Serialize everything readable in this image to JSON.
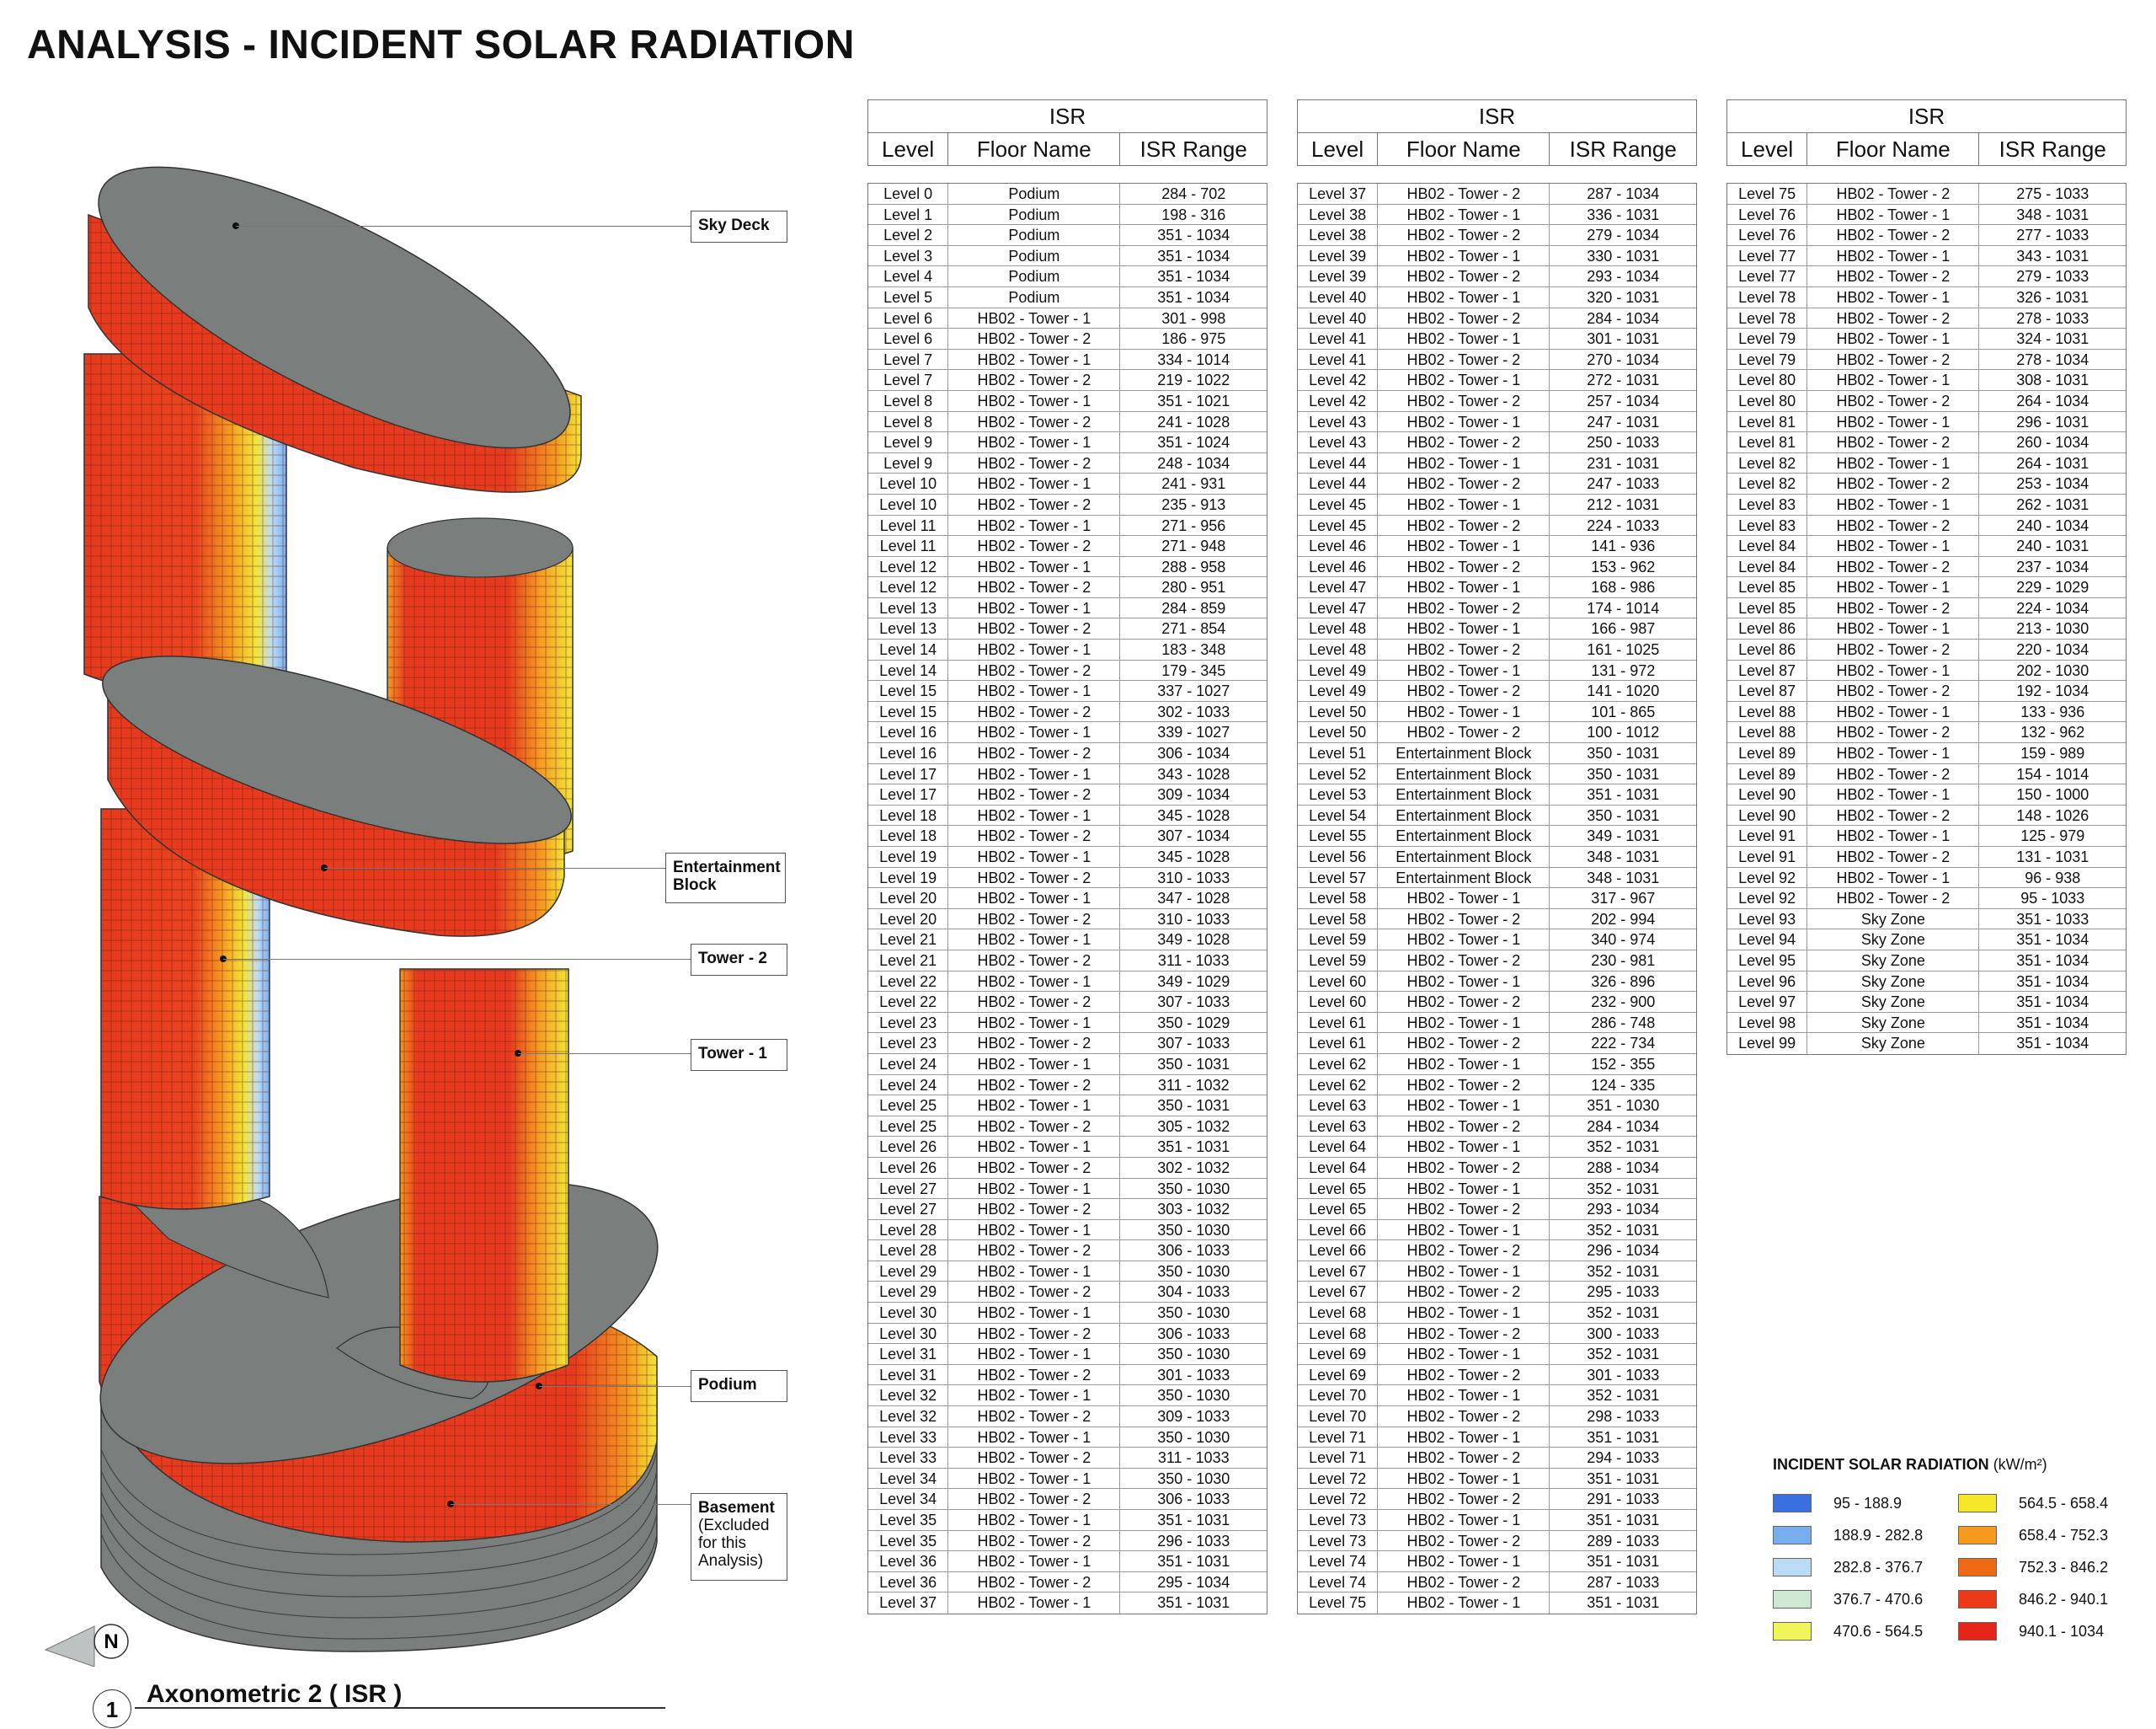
{
  "title": "ANALYSIS - INCIDENT SOLAR RADIATION",
  "callouts": {
    "sky_deck": "Sky Deck",
    "entertainment_block_1": "Entertainment",
    "entertainment_block_2": "Block",
    "tower2": "Tower - 2",
    "tower1": "Tower - 1",
    "podium": "Podium",
    "basement": "Basement",
    "basement_note_1": "(Excluded",
    "basement_note_2": "for this",
    "basement_note_3": "Analysis)"
  },
  "north_label": "N",
  "view": {
    "number": "1",
    "title": "Axonometric 2 ( ISR )"
  },
  "table_header": {
    "group": "ISR",
    "level": "Level",
    "floor": "Floor Name",
    "range": "ISR Range"
  },
  "tables": [
    [
      [
        "Level 0",
        "Podium",
        "284 - 702"
      ],
      [
        "Level 1",
        "Podium",
        "198 - 316"
      ],
      [
        "Level 2",
        "Podium",
        "351 - 1034"
      ],
      [
        "Level 3",
        "Podium",
        "351 - 1034"
      ],
      [
        "Level 4",
        "Podium",
        "351 - 1034"
      ],
      [
        "Level 5",
        "Podium",
        "351 - 1034"
      ],
      [
        "Level 6",
        "HB02 - Tower - 1",
        "301 - 998"
      ],
      [
        "Level 6",
        "HB02 - Tower - 2",
        "186 - 975"
      ],
      [
        "Level 7",
        "HB02 - Tower - 1",
        "334 - 1014"
      ],
      [
        "Level 7",
        "HB02 - Tower - 2",
        "219 - 1022"
      ],
      [
        "Level 8",
        "HB02 - Tower - 1",
        "351 - 1021"
      ],
      [
        "Level 8",
        "HB02 - Tower - 2",
        "241 - 1028"
      ],
      [
        "Level 9",
        "HB02 - Tower - 1",
        "351 - 1024"
      ],
      [
        "Level 9",
        "HB02 - Tower - 2",
        "248 - 1034"
      ],
      [
        "Level 10",
        "HB02 - Tower - 1",
        "241 - 931"
      ],
      [
        "Level 10",
        "HB02 - Tower - 2",
        "235 - 913"
      ],
      [
        "Level 11",
        "HB02 - Tower - 1",
        "271 - 956"
      ],
      [
        "Level 11",
        "HB02 - Tower - 2",
        "271 - 948"
      ],
      [
        "Level 12",
        "HB02 - Tower - 1",
        "288 - 958"
      ],
      [
        "Level 12",
        "HB02 - Tower - 2",
        "280 - 951"
      ],
      [
        "Level 13",
        "HB02 - Tower - 1",
        "284 - 859"
      ],
      [
        "Level 13",
        "HB02 - Tower - 2",
        "271 - 854"
      ],
      [
        "Level 14",
        "HB02 - Tower - 1",
        "183 - 348"
      ],
      [
        "Level 14",
        "HB02 - Tower - 2",
        "179 - 345"
      ],
      [
        "Level 15",
        "HB02 - Tower - 1",
        "337 - 1027"
      ],
      [
        "Level 15",
        "HB02 - Tower - 2",
        "302 - 1033"
      ],
      [
        "Level 16",
        "HB02 - Tower - 1",
        "339 - 1027"
      ],
      [
        "Level 16",
        "HB02 - Tower - 2",
        "306 - 1034"
      ],
      [
        "Level 17",
        "HB02 - Tower - 1",
        "343 - 1028"
      ],
      [
        "Level 17",
        "HB02 - Tower - 2",
        "309 - 1034"
      ],
      [
        "Level 18",
        "HB02 - Tower - 1",
        "345 - 1028"
      ],
      [
        "Level 18",
        "HB02 - Tower - 2",
        "307 - 1034"
      ],
      [
        "Level 19",
        "HB02 - Tower - 1",
        "345 - 1028"
      ],
      [
        "Level 19",
        "HB02 - Tower - 2",
        "310 - 1033"
      ],
      [
        "Level 20",
        "HB02 - Tower - 1",
        "347 - 1028"
      ],
      [
        "Level 20",
        "HB02 - Tower - 2",
        "310 - 1033"
      ],
      [
        "Level 21",
        "HB02 - Tower - 1",
        "349 - 1028"
      ],
      [
        "Level 21",
        "HB02 - Tower - 2",
        "311 - 1033"
      ],
      [
        "Level 22",
        "HB02 - Tower - 1",
        "349 - 1029"
      ],
      [
        "Level 22",
        "HB02 - Tower - 2",
        "307 - 1033"
      ],
      [
        "Level 23",
        "HB02 - Tower - 1",
        "350 - 1029"
      ],
      [
        "Level 23",
        "HB02 - Tower - 2",
        "307 - 1033"
      ],
      [
        "Level 24",
        "HB02 - Tower - 1",
        "350 - 1031"
      ],
      [
        "Level 24",
        "HB02 - Tower - 2",
        "311 - 1032"
      ],
      [
        "Level 25",
        "HB02 - Tower - 1",
        "350 - 1031"
      ],
      [
        "Level 25",
        "HB02 - Tower - 2",
        "305 - 1032"
      ],
      [
        "Level 26",
        "HB02 - Tower - 1",
        "351 - 1031"
      ],
      [
        "Level 26",
        "HB02 - Tower - 2",
        "302 - 1032"
      ],
      [
        "Level 27",
        "HB02 - Tower - 1",
        "350 - 1030"
      ],
      [
        "Level 27",
        "HB02 - Tower - 2",
        "303 - 1032"
      ],
      [
        "Level 28",
        "HB02 - Tower - 1",
        "350 - 1030"
      ],
      [
        "Level 28",
        "HB02 - Tower - 2",
        "306 - 1033"
      ],
      [
        "Level 29",
        "HB02 - Tower - 1",
        "350 - 1030"
      ],
      [
        "Level 29",
        "HB02 - Tower - 2",
        "304 - 1033"
      ],
      [
        "Level 30",
        "HB02 - Tower - 1",
        "350 - 1030"
      ],
      [
        "Level 30",
        "HB02 - Tower - 2",
        "306 - 1033"
      ],
      [
        "Level 31",
        "HB02 - Tower - 1",
        "350 - 1030"
      ],
      [
        "Level 31",
        "HB02 - Tower - 2",
        "301 - 1033"
      ],
      [
        "Level 32",
        "HB02 - Tower - 1",
        "350 - 1030"
      ],
      [
        "Level 32",
        "HB02 - Tower - 2",
        "309 - 1033"
      ],
      [
        "Level 33",
        "HB02 - Tower - 1",
        "350 - 1030"
      ],
      [
        "Level 33",
        "HB02 - Tower - 2",
        "311 - 1033"
      ],
      [
        "Level 34",
        "HB02 - Tower - 1",
        "350 - 1030"
      ],
      [
        "Level 34",
        "HB02 - Tower - 2",
        "306 - 1033"
      ],
      [
        "Level 35",
        "HB02 - Tower - 1",
        "351 - 1031"
      ],
      [
        "Level 35",
        "HB02 - Tower - 2",
        "296 - 1033"
      ],
      [
        "Level 36",
        "HB02 - Tower - 1",
        "351 - 1031"
      ],
      [
        "Level 36",
        "HB02 - Tower - 2",
        "295 - 1034"
      ],
      [
        "Level 37",
        "HB02 - Tower - 1",
        "351 - 1031"
      ]
    ],
    [
      [
        "Level 37",
        "HB02 - Tower - 2",
        "287 - 1034"
      ],
      [
        "Level 38",
        "HB02 - Tower - 1",
        "336 - 1031"
      ],
      [
        "Level 38",
        "HB02 - Tower - 2",
        "279 - 1034"
      ],
      [
        "Level 39",
        "HB02 - Tower - 1",
        "330 - 1031"
      ],
      [
        "Level 39",
        "HB02 - Tower - 2",
        "293 - 1034"
      ],
      [
        "Level 40",
        "HB02 - Tower - 1",
        "320 - 1031"
      ],
      [
        "Level 40",
        "HB02 - Tower - 2",
        "284 - 1034"
      ],
      [
        "Level 41",
        "HB02 - Tower - 1",
        "301 - 1031"
      ],
      [
        "Level 41",
        "HB02 - Tower - 2",
        "270 - 1034"
      ],
      [
        "Level 42",
        "HB02 - Tower - 1",
        "272 - 1031"
      ],
      [
        "Level 42",
        "HB02 - Tower - 2",
        "257 - 1034"
      ],
      [
        "Level 43",
        "HB02 - Tower - 1",
        "247 - 1031"
      ],
      [
        "Level 43",
        "HB02 - Tower - 2",
        "250 - 1033"
      ],
      [
        "Level 44",
        "HB02 - Tower - 1",
        "231 - 1031"
      ],
      [
        "Level 44",
        "HB02 - Tower - 2",
        "247 - 1033"
      ],
      [
        "Level 45",
        "HB02 - Tower - 1",
        "212 - 1031"
      ],
      [
        "Level 45",
        "HB02 - Tower - 2",
        "224 - 1033"
      ],
      [
        "Level 46",
        "HB02 - Tower - 1",
        "141 - 936"
      ],
      [
        "Level 46",
        "HB02 - Tower - 2",
        "153 - 962"
      ],
      [
        "Level 47",
        "HB02 - Tower - 1",
        "168 - 986"
      ],
      [
        "Level 47",
        "HB02 - Tower - 2",
        "174 - 1014"
      ],
      [
        "Level 48",
        "HB02 - Tower - 1",
        "166 - 987"
      ],
      [
        "Level 48",
        "HB02 - Tower - 2",
        "161 - 1025"
      ],
      [
        "Level 49",
        "HB02 - Tower - 1",
        "131 - 972"
      ],
      [
        "Level 49",
        "HB02 - Tower - 2",
        "141 - 1020"
      ],
      [
        "Level 50",
        "HB02 - Tower - 1",
        "101 - 865"
      ],
      [
        "Level 50",
        "HB02 - Tower - 2",
        "100 - 1012"
      ],
      [
        "Level 51",
        "Entertainment Block",
        "350 - 1031"
      ],
      [
        "Level 52",
        "Entertainment Block",
        "350 - 1031"
      ],
      [
        "Level 53",
        "Entertainment Block",
        "351 - 1031"
      ],
      [
        "Level 54",
        "Entertainment Block",
        "350 - 1031"
      ],
      [
        "Level 55",
        "Entertainment Block",
        "349 - 1031"
      ],
      [
        "Level 56",
        "Entertainment Block",
        "348 - 1031"
      ],
      [
        "Level 57",
        "Entertainment Block",
        "348 - 1031"
      ],
      [
        "Level 58",
        "HB02 - Tower - 1",
        "317 - 967"
      ],
      [
        "Level 58",
        "HB02 - Tower - 2",
        "202 - 994"
      ],
      [
        "Level 59",
        "HB02 - Tower - 1",
        "340 - 974"
      ],
      [
        "Level 59",
        "HB02 - Tower - 2",
        "230 - 981"
      ],
      [
        "Level 60",
        "HB02 - Tower - 1",
        "326 - 896"
      ],
      [
        "Level 60",
        "HB02 - Tower - 2",
        "232 - 900"
      ],
      [
        "Level 61",
        "HB02 - Tower - 1",
        "286 - 748"
      ],
      [
        "Level 61",
        "HB02 - Tower - 2",
        "222 - 734"
      ],
      [
        "Level 62",
        "HB02 - Tower - 1",
        "152 - 355"
      ],
      [
        "Level 62",
        "HB02 - Tower - 2",
        "124 - 335"
      ],
      [
        "Level 63",
        "HB02 - Tower - 1",
        "351 - 1030"
      ],
      [
        "Level 63",
        "HB02 - Tower - 2",
        "284 - 1034"
      ],
      [
        "Level 64",
        "HB02 - Tower - 1",
        "352 - 1031"
      ],
      [
        "Level 64",
        "HB02 - Tower - 2",
        "288 - 1034"
      ],
      [
        "Level 65",
        "HB02 - Tower - 1",
        "352 - 1031"
      ],
      [
        "Level 65",
        "HB02 - Tower - 2",
        "293 - 1034"
      ],
      [
        "Level 66",
        "HB02 - Tower - 1",
        "352 - 1031"
      ],
      [
        "Level 66",
        "HB02 - Tower - 2",
        "296 - 1034"
      ],
      [
        "Level 67",
        "HB02 - Tower - 1",
        "352 - 1031"
      ],
      [
        "Level 67",
        "HB02 - Tower - 2",
        "295 - 1033"
      ],
      [
        "Level 68",
        "HB02 - Tower - 1",
        "352 - 1031"
      ],
      [
        "Level 68",
        "HB02 - Tower - 2",
        "300 - 1033"
      ],
      [
        "Level 69",
        "HB02 - Tower - 1",
        "352 - 1031"
      ],
      [
        "Level 69",
        "HB02 - Tower - 2",
        "301 - 1033"
      ],
      [
        "Level 70",
        "HB02 - Tower - 1",
        "352 - 1031"
      ],
      [
        "Level 70",
        "HB02 - Tower - 2",
        "298 - 1033"
      ],
      [
        "Level 71",
        "HB02 - Tower - 1",
        "351 - 1031"
      ],
      [
        "Level 71",
        "HB02 - Tower - 2",
        "294 - 1033"
      ],
      [
        "Level 72",
        "HB02 - Tower - 1",
        "351 - 1031"
      ],
      [
        "Level 72",
        "HB02 - Tower - 2",
        "291 - 1033"
      ],
      [
        "Level 73",
        "HB02 - Tower - 1",
        "351 - 1031"
      ],
      [
        "Level 73",
        "HB02 - Tower - 2",
        "289 - 1033"
      ],
      [
        "Level 74",
        "HB02 - Tower - 1",
        "351 - 1031"
      ],
      [
        "Level 74",
        "HB02 - Tower - 2",
        "287 - 1033"
      ],
      [
        "Level 75",
        "HB02 - Tower - 1",
        "351 - 1031"
      ]
    ],
    [
      [
        "Level 75",
        "HB02 - Tower - 2",
        "275 - 1033"
      ],
      [
        "Level 76",
        "HB02 - Tower - 1",
        "348 - 1031"
      ],
      [
        "Level 76",
        "HB02 - Tower - 2",
        "277 - 1033"
      ],
      [
        "Level 77",
        "HB02 - Tower - 1",
        "343 - 1031"
      ],
      [
        "Level 77",
        "HB02 - Tower - 2",
        "279 - 1033"
      ],
      [
        "Level 78",
        "HB02 - Tower - 1",
        "326 - 1031"
      ],
      [
        "Level 78",
        "HB02 - Tower - 2",
        "278 - 1033"
      ],
      [
        "Level 79",
        "HB02 - Tower - 1",
        "324 - 1031"
      ],
      [
        "Level 79",
        "HB02 - Tower - 2",
        "278 - 1034"
      ],
      [
        "Level 80",
        "HB02 - Tower - 1",
        "308 - 1031"
      ],
      [
        "Level 80",
        "HB02 - Tower - 2",
        "264 - 1034"
      ],
      [
        "Level 81",
        "HB02 - Tower - 1",
        "296 - 1031"
      ],
      [
        "Level 81",
        "HB02 - Tower - 2",
        "260 - 1034"
      ],
      [
        "Level 82",
        "HB02 - Tower - 1",
        "264 - 1031"
      ],
      [
        "Level 82",
        "HB02 - Tower - 2",
        "253 - 1034"
      ],
      [
        "Level 83",
        "HB02 - Tower - 1",
        "262 - 1031"
      ],
      [
        "Level 83",
        "HB02 - Tower - 2",
        "240 - 1034"
      ],
      [
        "Level 84",
        "HB02 - Tower - 1",
        "240 - 1031"
      ],
      [
        "Level 84",
        "HB02 - Tower - 2",
        "237 - 1034"
      ],
      [
        "Level 85",
        "HB02 - Tower - 1",
        "229 - 1029"
      ],
      [
        "Level 85",
        "HB02 - Tower - 2",
        "224 - 1034"
      ],
      [
        "Level 86",
        "HB02 - Tower - 1",
        "213 - 1030"
      ],
      [
        "Level 86",
        "HB02 - Tower - 2",
        "220 - 1034"
      ],
      [
        "Level 87",
        "HB02 - Tower - 1",
        "202 - 1030"
      ],
      [
        "Level 87",
        "HB02 - Tower - 2",
        "192 - 1034"
      ],
      [
        "Level 88",
        "HB02 - Tower - 1",
        "133 - 936"
      ],
      [
        "Level 88",
        "HB02 - Tower - 2",
        "132 - 962"
      ],
      [
        "Level 89",
        "HB02 - Tower - 1",
        "159 - 989"
      ],
      [
        "Level 89",
        "HB02 - Tower - 2",
        "154 - 1014"
      ],
      [
        "Level 90",
        "HB02 - Tower - 1",
        "150 - 1000"
      ],
      [
        "Level 90",
        "HB02 - Tower - 2",
        "148 - 1026"
      ],
      [
        "Level 91",
        "HB02 - Tower - 1",
        "125 - 979"
      ],
      [
        "Level 91",
        "HB02 - Tower - 2",
        "131 - 1031"
      ],
      [
        "Level 92",
        "HB02 - Tower - 1",
        "96 - 938"
      ],
      [
        "Level 92",
        "HB02 - Tower - 2",
        "95 - 1033"
      ],
      [
        "Level 93",
        "Sky Zone",
        "351 - 1033"
      ],
      [
        "Level 94",
        "Sky Zone",
        "351 - 1034"
      ],
      [
        "Level 95",
        "Sky Zone",
        "351 - 1034"
      ],
      [
        "Level 96",
        "Sky Zone",
        "351 - 1034"
      ],
      [
        "Level 97",
        "Sky Zone",
        "351 - 1034"
      ],
      [
        "Level 98",
        "Sky Zone",
        "351 - 1034"
      ],
      [
        "Level 99",
        "Sky Zone",
        "351 - 1034"
      ]
    ]
  ],
  "legend": {
    "title": "INCIDENT SOLAR RADIATION",
    "unit": "(kW/m²)",
    "items": [
      {
        "label": "95 - 188.9",
        "color": "#3a6fe0"
      },
      {
        "label": "564.5 - 658.4",
        "color": "#f5e62a"
      },
      {
        "label": "188.9 - 282.8",
        "color": "#78aef0"
      },
      {
        "label": "658.4 - 752.3",
        "color": "#f59a1c"
      },
      {
        "label": "282.8 - 376.7",
        "color": "#bcdcf6"
      },
      {
        "label": "752.3 - 846.2",
        "color": "#ef6a14"
      },
      {
        "label": "376.7 - 470.6",
        "color": "#cfe8d2"
      },
      {
        "label": "846.2 - 940.1",
        "color": "#ea3a1a"
      },
      {
        "label": "470.6 - 564.5",
        "color": "#f3f35a"
      },
      {
        "label": "940.1 - 1034",
        "color": "#e8231a"
      }
    ]
  },
  "colors": {
    "slab": "#7a7f7e",
    "facade_red": "#e63b1e",
    "facade_orange": "#f39a22",
    "facade_yellow": "#f2e53a"
  }
}
